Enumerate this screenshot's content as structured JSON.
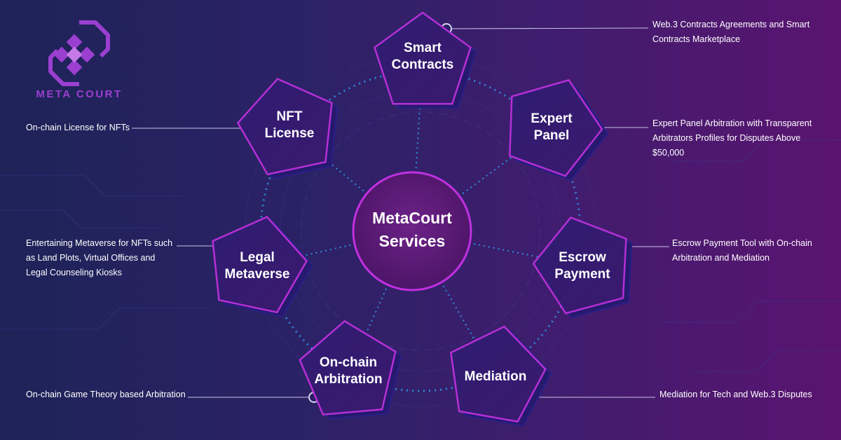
{
  "brand": {
    "name": "META COURT"
  },
  "hub": {
    "line1": "MetaCourt",
    "line2": "Services"
  },
  "services": [
    {
      "label_line1": "Smart",
      "label_line2": "Contracts",
      "description": [
        "Web.3 Contracts Agreements and  Smart",
        "Contracts Marketplace"
      ]
    },
    {
      "label_line1": "Expert",
      "label_line2": "Panel",
      "description": [
        "Expert Panel Arbitration with Transparent",
        "Arbitrators Profiles for Disputes Above",
        "$50,000"
      ]
    },
    {
      "label_line1": "Escrow",
      "label_line2": "Payment",
      "description": [
        "Escrow Payment Tool with On-chain",
        "Arbitration and Mediation"
      ]
    },
    {
      "label_line1": "Mediation",
      "label_line2": "",
      "description": [
        "Mediation for Tech and Web.3 Disputes"
      ]
    },
    {
      "label_line1": "On-chain",
      "label_line2": "Arbitration",
      "description": [
        "On-chain Game Theory based Arbitration"
      ]
    },
    {
      "label_line1": "Legal",
      "label_line2": "Metaverse",
      "description": [
        "Entertaining Metaverse  for NFTs such",
        "as Land Plots, Virtual Offices and",
        "Legal Counseling Kiosks"
      ]
    },
    {
      "label_line1": "NFT",
      "label_line2": "License",
      "description": [
        "On-chain License for NFTs"
      ]
    }
  ],
  "colors": {
    "accent": "#b52fd6",
    "node_border_dark": "#2a1f86",
    "dots": "#2f8fe0",
    "hub_fill": "#5e1b78"
  }
}
